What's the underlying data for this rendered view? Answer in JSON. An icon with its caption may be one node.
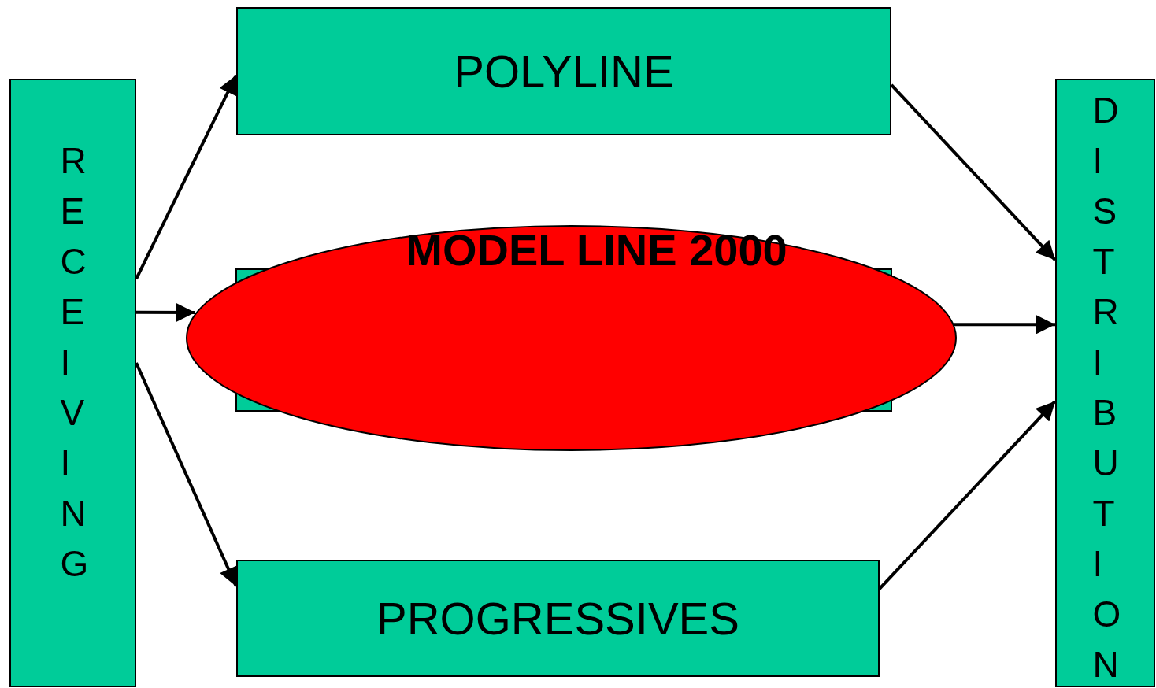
{
  "diagram": {
    "nodes": [
      {
        "text": [
          "RECEIVING"
        ]
      },
      {
        "text": [
          "POLYLINE"
        ]
      },
      {
        "text": [
          "MODEL LINE 2000"
        ]
      },
      {
        "text": [
          "PROGRESSIVES"
        ]
      },
      {
        "text": [
          "DISTRIBUTION"
        ]
      }
    ],
    "edges": [
      {
        "from": 0,
        "to": 1,
        "arrow": "to"
      },
      {
        "from": 0,
        "to": 2,
        "arrow": "to"
      },
      {
        "from": 0,
        "to": 3,
        "arrow": "to"
      },
      {
        "from": 1,
        "to": 4,
        "arrow": "to"
      },
      {
        "from": 2,
        "to": 4,
        "arrow": "to"
      },
      {
        "from": 3,
        "to": 4,
        "arrow": "to"
      }
    ]
  }
}
